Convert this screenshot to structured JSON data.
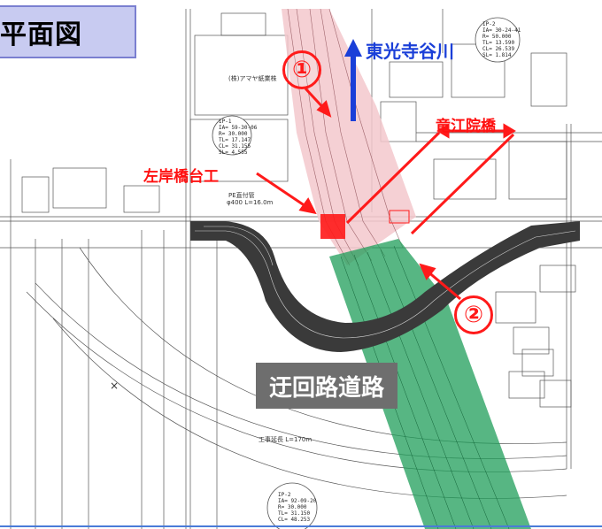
{
  "title": "平面図",
  "labels": {
    "river": "東光寺谷川",
    "bridge": "竜江院橋",
    "abutment": "左岸橋台工",
    "detour": "迂回路道路"
  },
  "markers": {
    "one": "①",
    "two": "②"
  },
  "ip_tables": {
    "ip1": [
      "IP-1",
      "IA= 59-30-06",
      "R= 30.000",
      "TL= 17.147",
      "CL= 31.155",
      "SL= 4.555"
    ],
    "ip2_top": [
      "IP-2",
      "IA= 30-24-41",
      "R= 50.000",
      "TL= 13.590",
      "CL= 26.539",
      "SL= 1.814"
    ],
    "ip2_bottom": [
      "IP-2",
      "IA= 92-09-20",
      "R= 30.000",
      "TL= 31.150",
      "CL= 48.253"
    ]
  },
  "annotations": {
    "construction_length": "工事延長 L=170m",
    "pipe": "PE直付管",
    "pipe_size": "φ400 L=16.0m",
    "building": "(株)アマヤ紙業株"
  },
  "colors": {
    "road_dark": "#3a3a3a",
    "river_pink": "#f4c6cc",
    "green_zone": "#1f9e5a",
    "red": "#ff1a1a",
    "blue": "#1a3fd8",
    "title_bg": "#c8cbf1"
  }
}
